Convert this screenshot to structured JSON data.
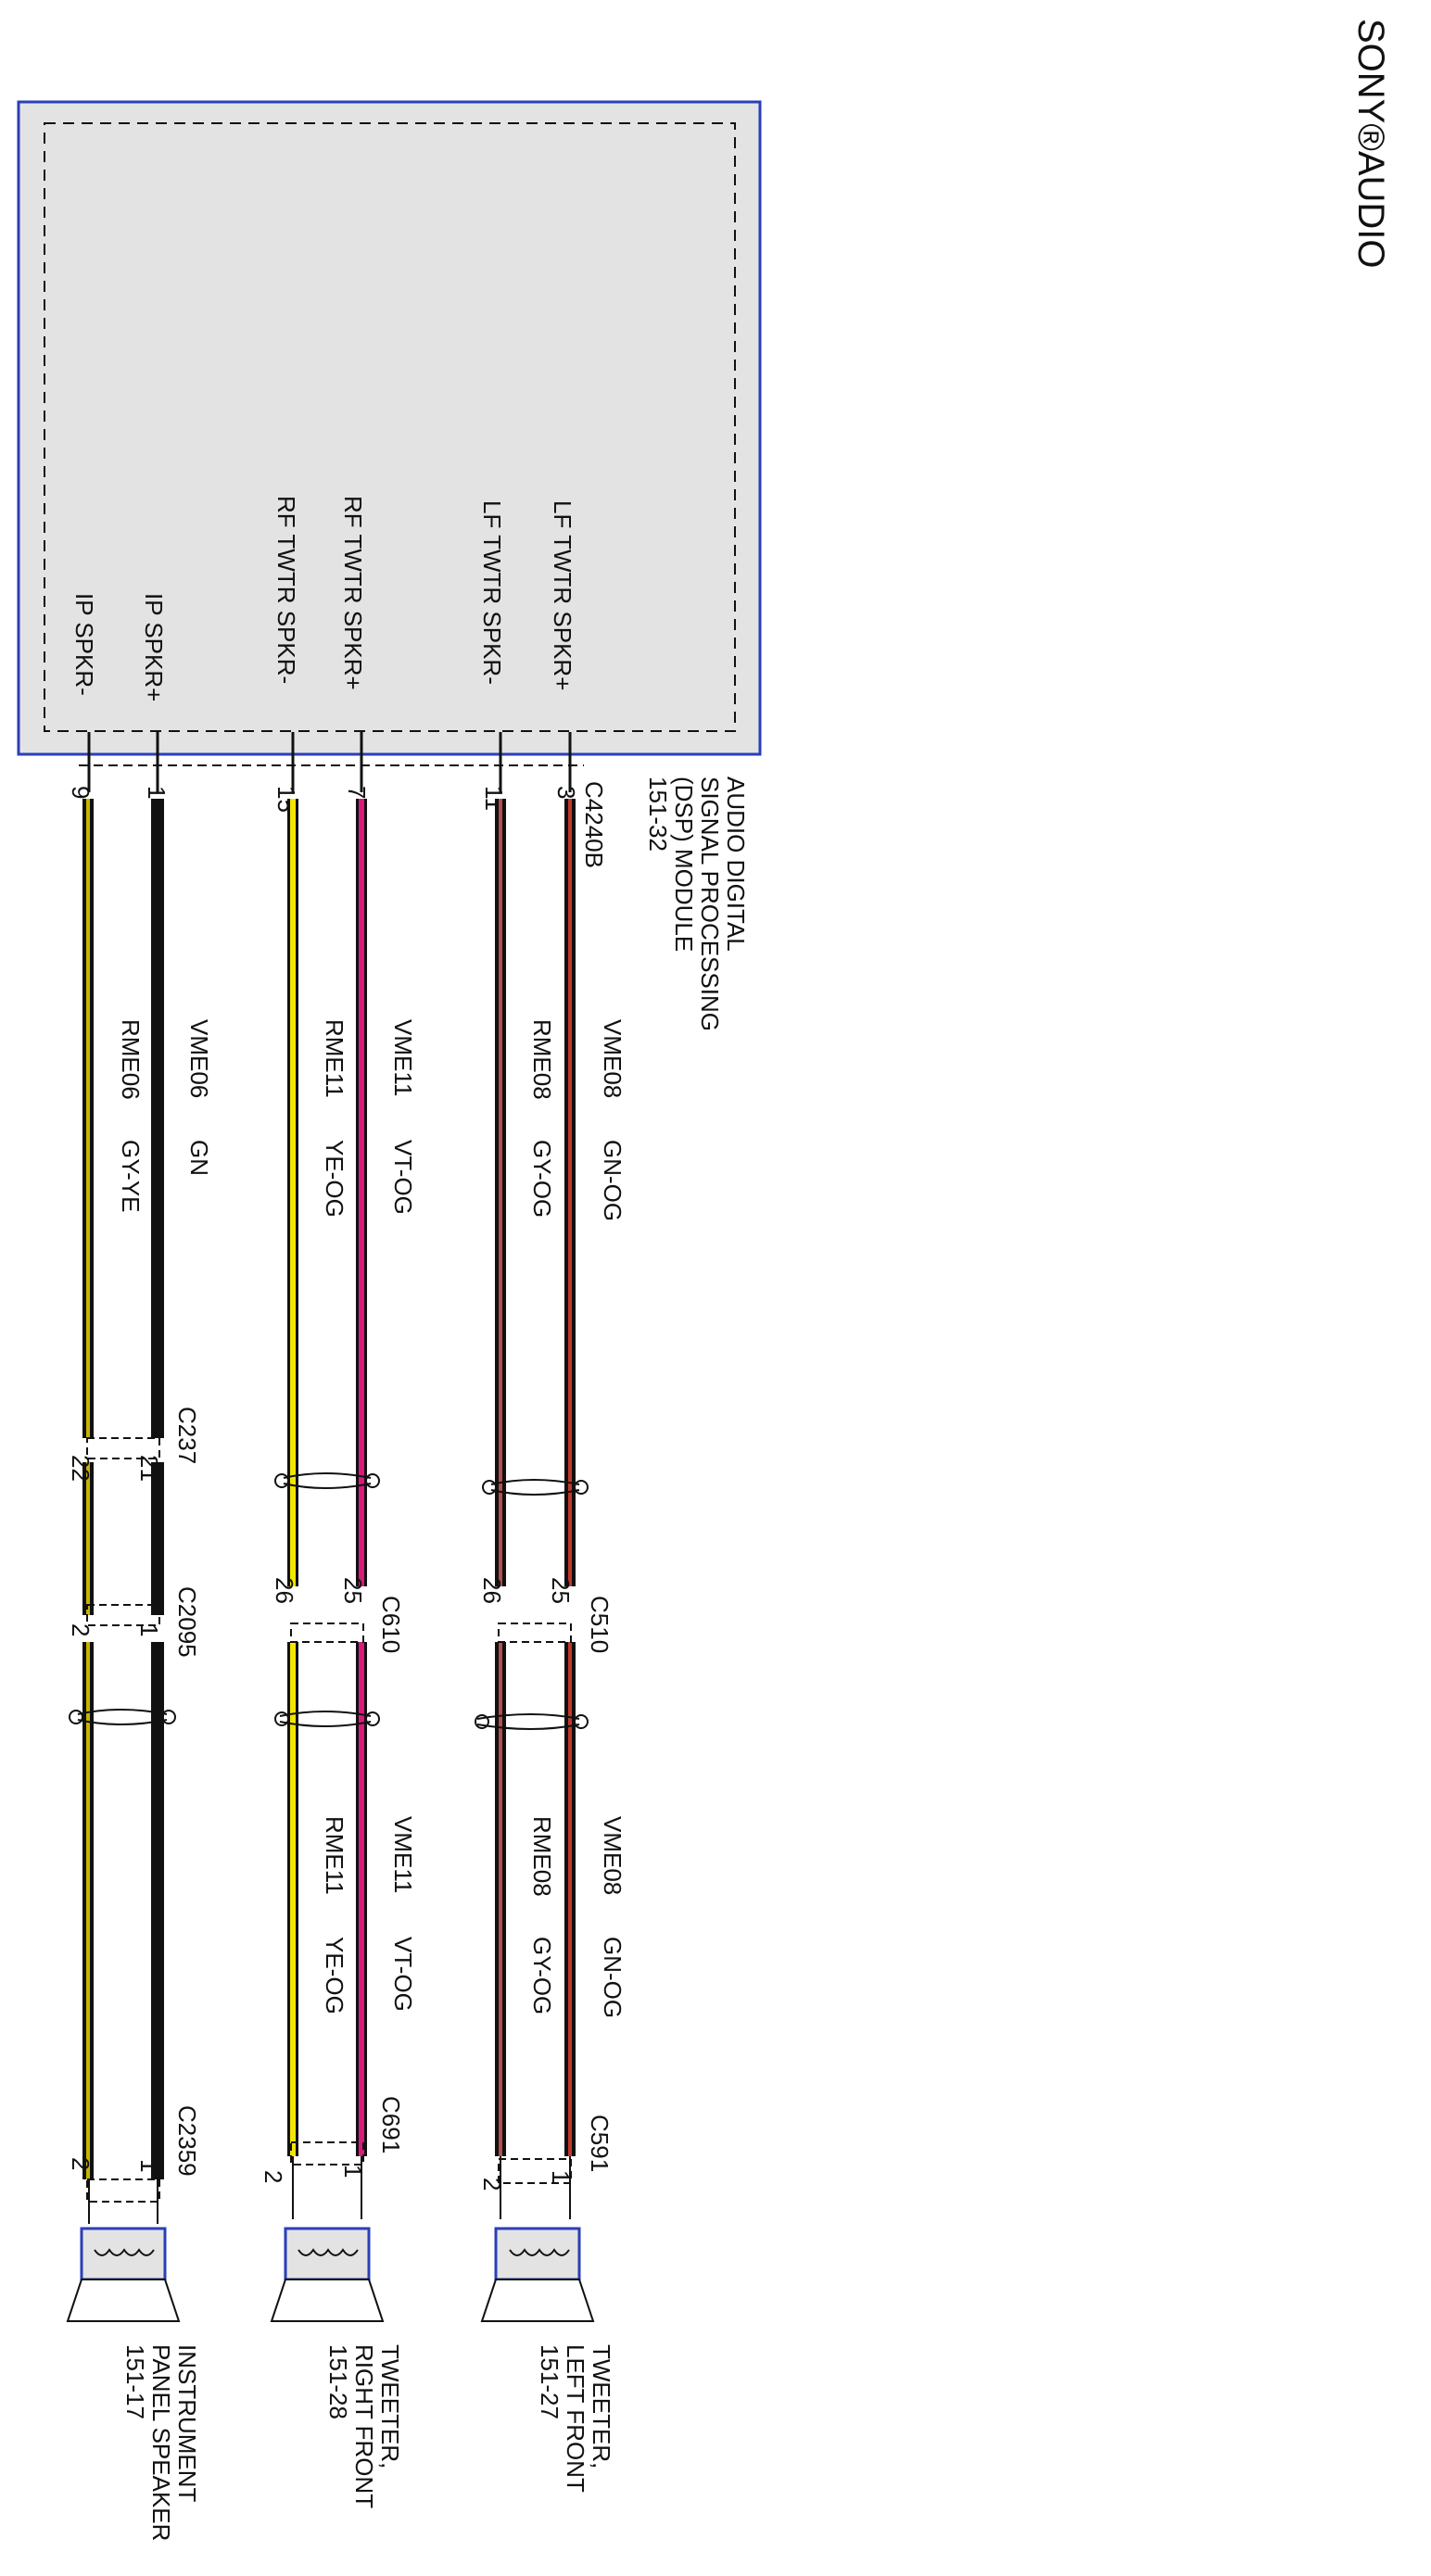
{
  "header": {
    "title": "SONY®AUDIO"
  },
  "module": {
    "name_lines": [
      "AUDIO DIGITAL",
      "SIGNAL PROCESSING",
      "(DSP) MODULE",
      "151-32"
    ],
    "connector": "C4240B"
  },
  "colors": {
    "module_fill": "#e3e3e3",
    "module_border": "#2a3fb8",
    "black": "#111111",
    "gn_og": "#c0392b",
    "gy_og": "#b05050",
    "vt_og": "#d81b7a",
    "ye_og": "#f2e600",
    "gy_ye": "#c7b400"
  },
  "wires": [
    {
      "id": "lf_plus",
      "signal": "LF TWTR SPKR+",
      "pin": "3",
      "circuit": "VME08",
      "color_code": "GN-OG",
      "seg2_circuit": "VME08",
      "seg2_color": "GN-OG",
      "pin_mid": "25",
      "pin_spk": "1"
    },
    {
      "id": "lf_minus",
      "signal": "LF TWTR SPKR-",
      "pin": "11",
      "circuit": "RME08",
      "color_code": "GY-OG",
      "seg2_circuit": "RME08",
      "seg2_color": "GY-OG",
      "pin_mid": "26",
      "pin_spk": "2"
    },
    {
      "id": "rf_plus",
      "signal": "RF TWTR SPKR+",
      "pin": "7",
      "circuit": "VME11",
      "color_code": "VT-OG",
      "seg2_circuit": "VME11",
      "seg2_color": "VT-OG",
      "pin_mid": "25",
      "pin_spk": "1"
    },
    {
      "id": "rf_minus",
      "signal": "RF TWTR SPKR-",
      "pin": "15",
      "circuit": "RME11",
      "color_code": "YE-OG",
      "seg2_circuit": "RME11",
      "seg2_color": "YE-OG",
      "pin_mid": "26",
      "pin_spk": "2"
    },
    {
      "id": "ip_plus",
      "signal": "IP SPKR+",
      "pin": "1",
      "circuit": "VME06",
      "color_code": "GN",
      "pin_c237": "21",
      "pin_c2095": "1",
      "pin_spk": "1"
    },
    {
      "id": "ip_minus",
      "signal": "IP SPKR-",
      "pin": "9",
      "circuit": "RME06",
      "color_code": "GY-YE",
      "pin_c237": "22",
      "pin_c2095": "2",
      "pin_spk": "2"
    }
  ],
  "connectors": {
    "c510": "C510",
    "c610": "C610",
    "c237": "C237",
    "c2095": "C2095",
    "c591": "C591",
    "c691": "C691",
    "c2359": "C2359"
  },
  "speakers": {
    "left": [
      "TWEETER,",
      "LEFT FRONT",
      "151-27"
    ],
    "right": [
      "TWEETER,",
      "RIGHT FRONT",
      "151-28"
    ],
    "ip": [
      "INSTRUMENT",
      "PANEL SPEAKER",
      "151-17"
    ]
  }
}
